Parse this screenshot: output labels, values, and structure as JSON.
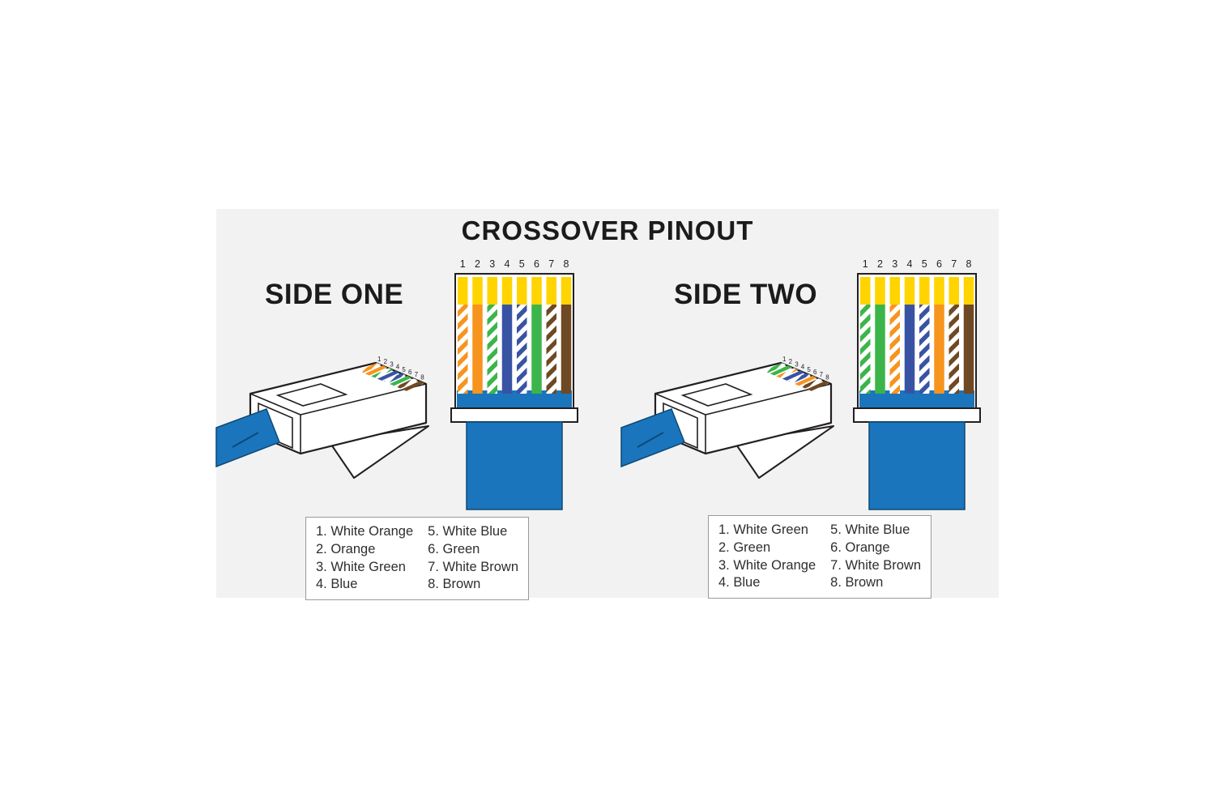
{
  "title": "CROSSOVER PINOUT",
  "colors": {
    "panel": "#F2F2F2",
    "outline": "#231F20",
    "white": "#FFFFFF",
    "pin_gold": "#FFD400",
    "cable_blue": "#1B75BC",
    "cable_edge": "#0C4A75",
    "orange": "#F7941E",
    "green": "#3BB54A",
    "blue_wire": "#3953A4",
    "brown": "#6F4923"
  },
  "sides": [
    {
      "id": "side-one",
      "label": "SIDE ONE",
      "pin_numbers": [
        "1",
        "2",
        "3",
        "4",
        "5",
        "6",
        "7",
        "8"
      ],
      "wires": [
        {
          "pin": 1,
          "name": "White Orange",
          "style": "striped",
          "color_key": "orange"
        },
        {
          "pin": 2,
          "name": "Orange",
          "style": "solid",
          "color_key": "orange"
        },
        {
          "pin": 3,
          "name": "White Green",
          "style": "striped",
          "color_key": "green"
        },
        {
          "pin": 4,
          "name": "Blue",
          "style": "solid",
          "color_key": "blue_wire"
        },
        {
          "pin": 5,
          "name": "White Blue",
          "style": "striped",
          "color_key": "blue_wire"
        },
        {
          "pin": 6,
          "name": "Green",
          "style": "solid",
          "color_key": "green"
        },
        {
          "pin": 7,
          "name": "White Brown",
          "style": "striped",
          "color_key": "brown"
        },
        {
          "pin": 8,
          "name": "Brown",
          "style": "solid",
          "color_key": "brown"
        }
      ],
      "legend": [
        "1. White Orange",
        "2. Orange",
        "3. White Green",
        "4. Blue",
        "5. White Blue",
        "6. Green",
        "7. White Brown",
        "8. Brown"
      ]
    },
    {
      "id": "side-two",
      "label": "SIDE TWO",
      "pin_numbers": [
        "1",
        "2",
        "3",
        "4",
        "5",
        "6",
        "7",
        "8"
      ],
      "wires": [
        {
          "pin": 1,
          "name": "White Green",
          "style": "striped",
          "color_key": "green"
        },
        {
          "pin": 2,
          "name": "Green",
          "style": "solid",
          "color_key": "green"
        },
        {
          "pin": 3,
          "name": "White Orange",
          "style": "striped",
          "color_key": "orange"
        },
        {
          "pin": 4,
          "name": "Blue",
          "style": "solid",
          "color_key": "blue_wire"
        },
        {
          "pin": 5,
          "name": "White Blue",
          "style": "striped",
          "color_key": "blue_wire"
        },
        {
          "pin": 6,
          "name": "Orange",
          "style": "solid",
          "color_key": "orange"
        },
        {
          "pin": 7,
          "name": "White Brown",
          "style": "striped",
          "color_key": "brown"
        },
        {
          "pin": 8,
          "name": "Brown",
          "style": "solid",
          "color_key": "brown"
        }
      ],
      "legend": [
        "1. White Green",
        "2. Green",
        "3. White Orange",
        "4. Blue",
        "5. White Blue",
        "6. Orange",
        "7. White Brown",
        "8. Brown"
      ]
    }
  ]
}
